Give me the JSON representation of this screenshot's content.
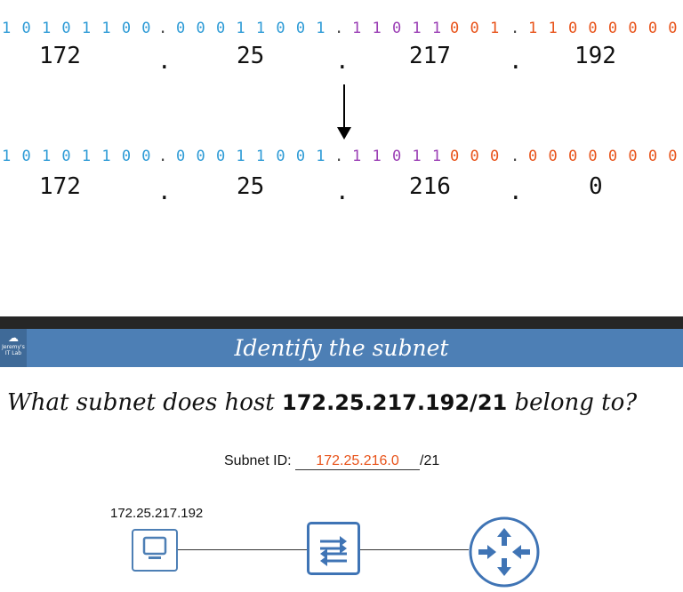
{
  "conversion": {
    "original": {
      "octets": [
        {
          "bits": "10101100",
          "decimal": "172",
          "color": "#2e9bd6"
        },
        {
          "bits": "00011001",
          "decimal": "25",
          "color": "#2e9bd6"
        },
        {
          "bits_network": "11011",
          "bits_host": "001",
          "decimal": "217",
          "color_network": "#9b3fb5",
          "color_host": "#e8531a"
        },
        {
          "bits": "11000000",
          "decimal": "192",
          "color": "#e8531a"
        }
      ]
    },
    "result": {
      "octets": [
        {
          "bits": "10101100",
          "decimal": "172",
          "color": "#2e9bd6"
        },
        {
          "bits": "00011001",
          "decimal": "25",
          "color": "#2e9bd6"
        },
        {
          "bits_network": "11011",
          "bits_host": "000",
          "decimal": "216",
          "color_network": "#9b3fb5",
          "color_host": "#e8531a"
        },
        {
          "bits": "00000000",
          "decimal": "0",
          "color": "#e8531a"
        }
      ]
    },
    "separator": "."
  },
  "header": {
    "logo_text": "Jeremy's IT Lab",
    "title": "Identify the subnet"
  },
  "question": {
    "prefix": "What subnet does host ",
    "ip": "172.25.217.192/21",
    "suffix": " belong to?"
  },
  "answer": {
    "label": "Subnet ID: ",
    "value": "172.25.216.0",
    "suffix": "/21"
  },
  "topology": {
    "host_ip": "172.25.217.192"
  },
  "colors": {
    "accent_blue": "#4d7fb5",
    "network_bits": "#2e9bd6",
    "mixed_network_bits": "#9b3fb5",
    "host_bits": "#e8531a"
  }
}
